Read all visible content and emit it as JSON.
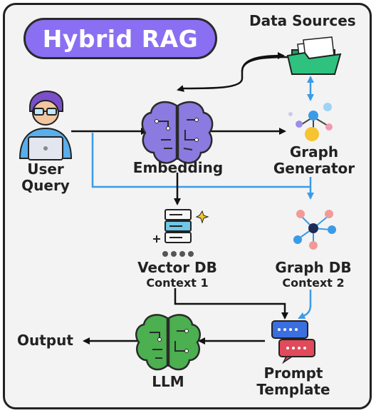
{
  "title": "Hybrid RAG",
  "nodes": {
    "data_sources": "Data Sources",
    "user_query": [
      "User",
      "Query"
    ],
    "embedding": "Embedding",
    "graph_generator": [
      "Graph",
      "Generator"
    ],
    "vector_db": "Vector DB",
    "context1": "Context 1",
    "graph_db": "Graph DB",
    "context2": "Context 2",
    "output": "Output",
    "llm": "LLM",
    "prompt_template": [
      "Prompt",
      "Template"
    ]
  },
  "colors": {
    "title_bg": "#8a6ff2",
    "embedding": "#8b7ae0",
    "llm": "#4caf50",
    "arrow_dark": "#111111",
    "arrow_blue": "#3a9be8",
    "folder": "#2ec27e",
    "prompt_blue": "#3b6fe0",
    "prompt_red": "#e04a5a"
  },
  "icons": [
    "user-at-laptop-icon",
    "brain-icon",
    "folder-icon",
    "graph-nodes-icon",
    "server-stack-icon",
    "network-graph-icon",
    "chat-bubbles-icon",
    "green-brain-icon"
  ]
}
